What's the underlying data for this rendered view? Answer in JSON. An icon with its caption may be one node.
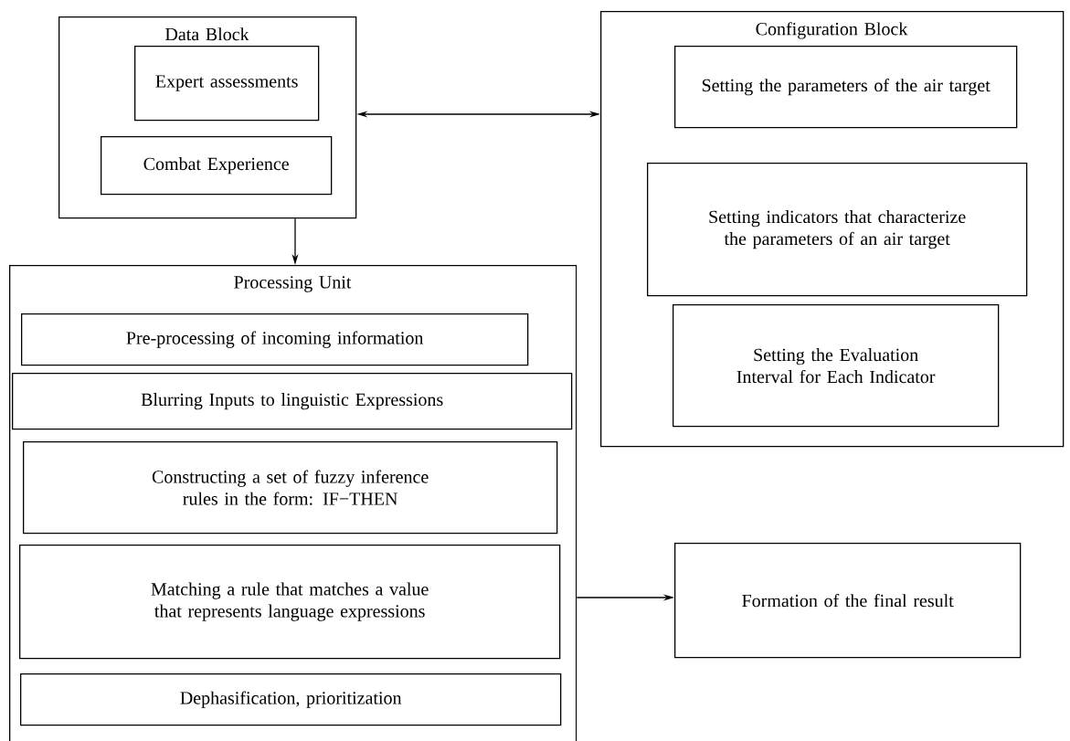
{
  "diagram": {
    "nodes": [
      {
        "text": [
          "Data Block"
        ]
      },
      {
        "text": [
          "Expert assessments"
        ],
        "in": 0
      },
      {
        "text": [
          "Combat Experience"
        ],
        "in": 0
      },
      {
        "text": [
          "Configuration Block"
        ]
      },
      {
        "text": [
          "Setting the parameters of the air target"
        ],
        "in": 3
      },
      {
        "text": [
          "Setting indicators that characterize the parameters of an air target"
        ],
        "in": 3
      },
      {
        "text": [
          "Setting the Evaluation Interval for Each Indicator"
        ],
        "in": 3
      },
      {
        "text": [
          "Processing Unit"
        ]
      },
      {
        "text": [
          "Pre-processing of incoming information"
        ],
        "in": 7
      },
      {
        "text": [
          "Blurring Inputs to linguistic Expressions"
        ],
        "in": 7
      },
      {
        "text": [
          "Constructing a set of fuzzy inference rules in the form: IF−THEN"
        ],
        "in": 7
      },
      {
        "text": [
          "Matching a rule that matches a value that represents language expressions"
        ],
        "in": 7
      },
      {
        "text": [
          "Dephasification, prioritization"
        ],
        "in": 7
      },
      {
        "text": [
          "Formation of the final result"
        ]
      }
    ],
    "edges": [
      {
        "from": 0,
        "to": 3,
        "arrow": "both"
      },
      {
        "from": 0,
        "to": 7,
        "arrow": "to"
      },
      {
        "from": 7,
        "to": 13,
        "arrow": "to"
      }
    ]
  }
}
